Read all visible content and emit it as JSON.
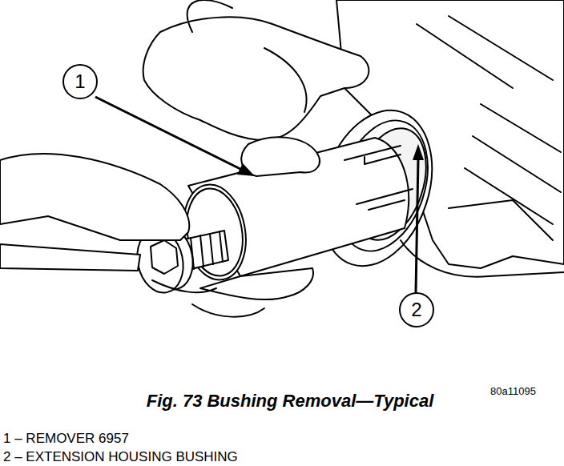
{
  "diagram": {
    "caption": "Fig. 73 Bushing Removal—Typical",
    "nodes": [
      {
        "text": [
          "1"
        ]
      },
      {
        "text": [
          "2"
        ]
      }
    ],
    "labels": [
      "80a11095",
      "1 – REMOVER 6957",
      "2 – EXTENSION HOUSING BUSHING"
    ]
  }
}
